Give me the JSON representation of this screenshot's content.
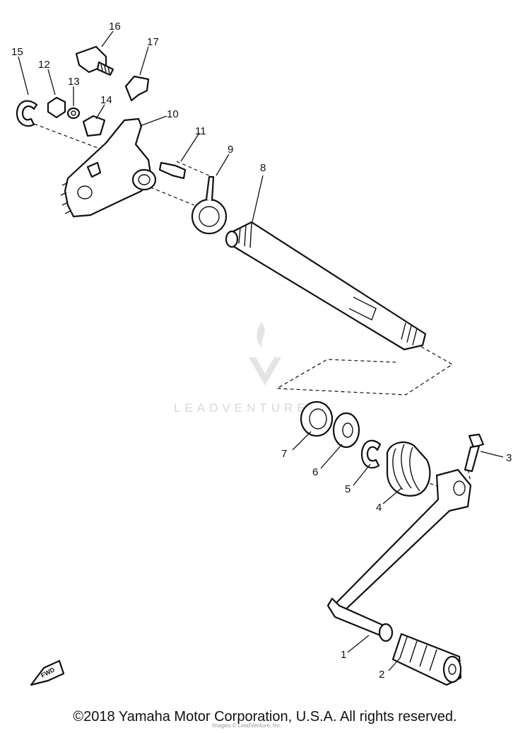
{
  "diagram": {
    "parts": [
      {
        "id": "1"
      },
      {
        "id": "2"
      },
      {
        "id": "3"
      },
      {
        "id": "4"
      },
      {
        "id": "5"
      },
      {
        "id": "6"
      },
      {
        "id": "7"
      },
      {
        "id": "8"
      },
      {
        "id": "9"
      },
      {
        "id": "10"
      },
      {
        "id": "11"
      },
      {
        "id": "12"
      },
      {
        "id": "13"
      },
      {
        "id": "14"
      },
      {
        "id": "15"
      },
      {
        "id": "16"
      },
      {
        "id": "17"
      }
    ],
    "fwd_label": "FWD"
  },
  "watermark": {
    "text": "LEADVENTURE",
    "subtext": "Images © LeadVenture, Inc."
  },
  "footer": {
    "copyright": "©2018 Yamaha Motor Corporation, U.S.A. All rights reserved."
  },
  "colors": {
    "ink": "#111111",
    "background": "#ffffff",
    "watermark": "#d4d4d4"
  }
}
